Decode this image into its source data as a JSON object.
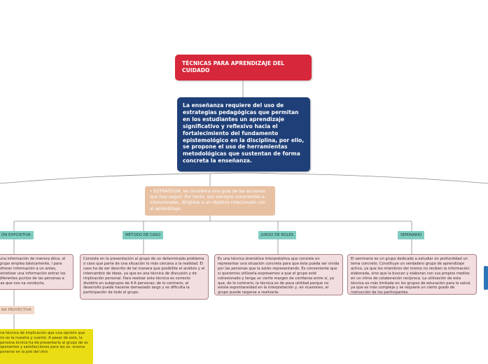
{
  "title": "TÉCNICAS PARA APRENDIZAJE DEL CUIDADO",
  "main_text": "La enseñanza requiere del uso de estrategias pedagógicas que permitan en los estudiantes un aprendizaje significativo y reflexivo hacia el fortalecimiento del fundamento epistemológico en la disciplina, por ello, se propone el uso de herramientas metodológicas que sustentan de forma concreta la enseñanza.",
  "strategy_text": "•      ESTRATEGIA: se considera una guía de las acciones que hay seguir. Por tanto, son siempre conscientes e intencionales, dirigidas a un objetivo relacionado con el aprendizaje.",
  "branches": [
    {
      "label": "ÓN EXPOSITIVA",
      "text": "una información de manera ática, el grupo emplea básicamente, l para ofrecer información a un antes, sintetizar una información entrar los diferentes puntos de las personas a las que nos na conducta."
    },
    {
      "label": "MÉTODO DE CASO",
      "text": "Consiste en la presentación al grupo de un determinado problema o caso que parte de una situación lo más cercana a la realidad. El caso ha de ser descrito de tal manera que posibilite el análisis y el intercambio de ideas, ya que es una técnica de discusión y de implicación personal. Para realizar esta técnica es correcto dividirlo en subgrupos de 4-6 personas; de lo contrario, el desarrollo puede hacerse demasiado largo y se dificulta la participación de todo el grupo."
    },
    {
      "label": "JUEGO DE ROLES",
      "text": "Es una técnica dramática interpretativa que consiste en representar una situación concreta para que ésta pueda ser vivida por las personas que la están representando. Es conveniente que si queremos utilizarla expresemos a que el grupo esté cohesionado y tenga un cierto margen de confianza entre sí, ya que, de lo contrario, la técnica es de poca utilidad porque no existe espontaneidad en la interpretación y, en ocasiones, el grupo puede negarse a realizarla."
    },
    {
      "label": "SEMINARIO",
      "text": "El seminario es un grupo dedicado a estudiar en profundidad un tema concreto. Constituye un verdadero grupo de aprendizaje activo, ya que los miembros del mismo no reciben la información elaborada, sino que la buscan y elaboran con sus propios medios en un clima de colaboración recíproca. La utilización de esta técnica es más limitada en los grupos de educación para la salud, ya que es más compleja y se requiere un cierto grado de instrucción de los participantes."
    }
  ],
  "projective": {
    "label": "NA PROYECTIVA",
    "text": "na técnica de implicación que una opinión que no es la nuestra y cuento. A pasar de esto, la persona écnica ha de presentarla al grupo de os oponentes y satisfacciones para las os. ersona ponerse en la piel del otro"
  },
  "colors": {
    "title_red": "#d6283a",
    "main_blue": "#1e3f78",
    "strategy_peach": "#e8c1a3",
    "label_teal": "#7ecdc0",
    "desc_pink": "#f2dde0",
    "yellow": "#ebdd14"
  }
}
